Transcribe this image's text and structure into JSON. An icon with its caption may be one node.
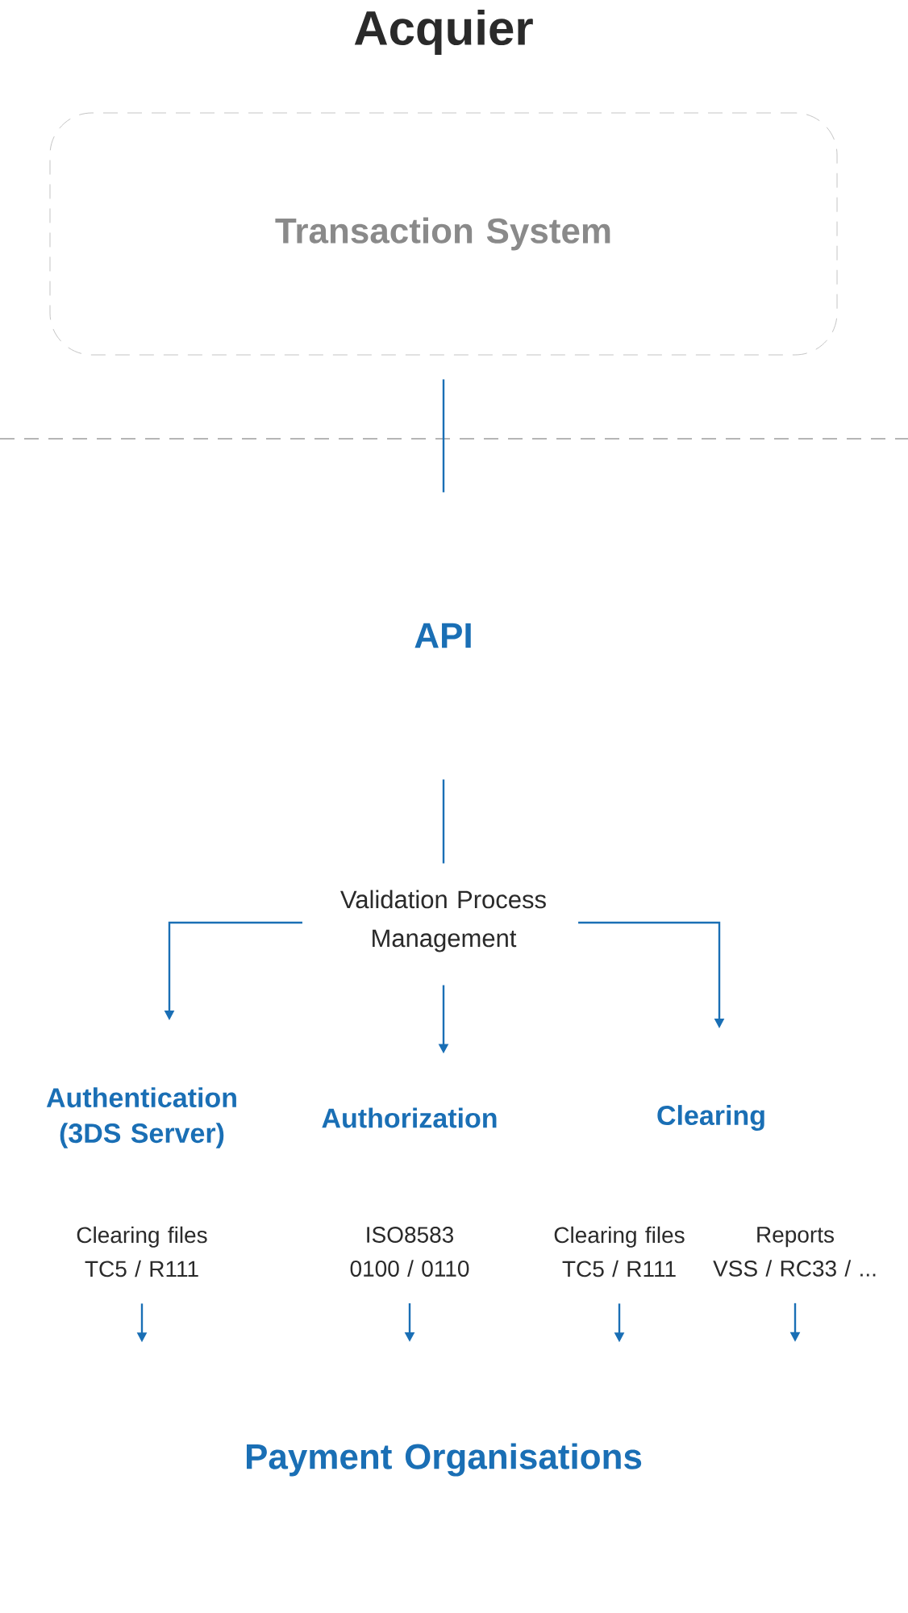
{
  "diagram": {
    "title": "Acquier",
    "nodes": [
      {
        "text": [
          "Transaction System"
        ]
      },
      {
        "text": [
          "API"
        ]
      },
      {
        "text": [
          "Validation Process Management"
        ]
      },
      {
        "text": [
          "Authentication (3DS Server)"
        ]
      },
      {
        "text": [
          "Authorization"
        ]
      },
      {
        "text": [
          "Clearing"
        ]
      },
      {
        "text": [
          "Clearing files",
          "TC5 / R111"
        ]
      },
      {
        "text": [
          "ISO8583",
          "0100 / 0110"
        ]
      },
      {
        "text": [
          "Clearing files",
          "TC5 / R111"
        ]
      },
      {
        "text": [
          "Reports",
          "VSS / RC33 / ..."
        ]
      },
      {
        "text": [
          "Payment Organisations"
        ]
      }
    ],
    "edges": [
      {
        "from": 0,
        "to": null,
        "arrow": "none"
      },
      {
        "from": null,
        "to": 2,
        "arrow": "none"
      },
      {
        "from": 2,
        "to": 3,
        "arrow": "to"
      },
      {
        "from": 2,
        "to": 4,
        "arrow": "to"
      },
      {
        "from": 2,
        "to": 5,
        "arrow": "to"
      },
      {
        "from": 6,
        "to": null,
        "arrow": "to"
      },
      {
        "from": 7,
        "to": null,
        "arrow": "to"
      },
      {
        "from": 8,
        "to": null,
        "arrow": "to"
      },
      {
        "from": 9,
        "to": null,
        "arrow": "to"
      }
    ]
  }
}
